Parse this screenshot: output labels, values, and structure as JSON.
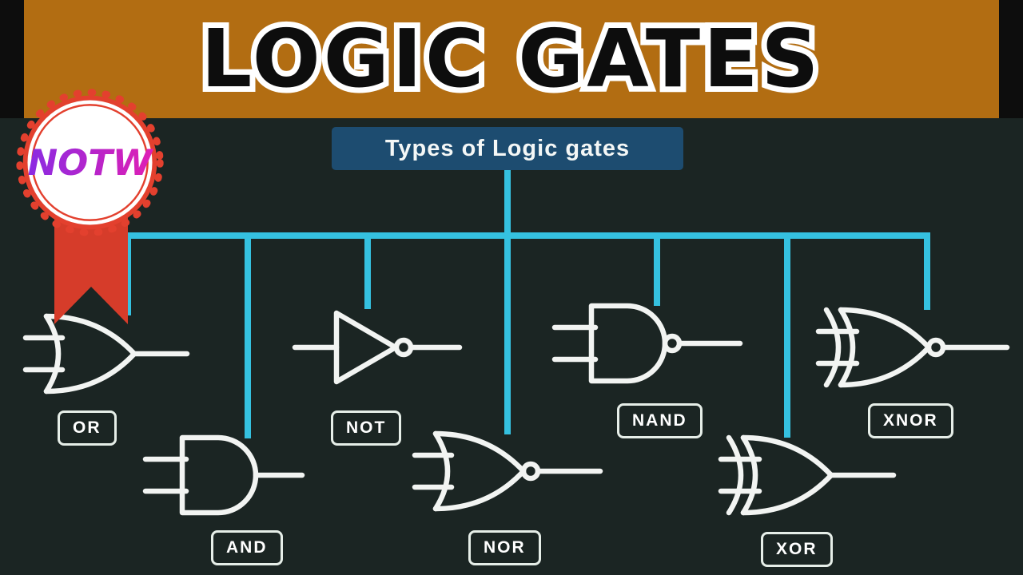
{
  "title": "LOGIC GATES",
  "logo": {
    "text": "NOTW"
  },
  "diagram": {
    "root_label": "Types of Logic gates",
    "gates": [
      {
        "id": "or",
        "label": "OR"
      },
      {
        "id": "not",
        "label": "NOT"
      },
      {
        "id": "nand",
        "label": "NAND"
      },
      {
        "id": "xnor",
        "label": "XNOR"
      },
      {
        "id": "and",
        "label": "AND"
      },
      {
        "id": "nor",
        "label": "NOR"
      },
      {
        "id": "xor",
        "label": "XOR"
      }
    ]
  },
  "colors": {
    "banner": "#b26d12",
    "background": "#1b2523",
    "connector": "#35c1e0",
    "root_box": "#1d4c70",
    "ribbon": "#d63c2a",
    "gate_stroke": "#f2f4f2",
    "label_border": "#e6eee8",
    "title_fill": "#0d0d0d",
    "title_outline": "#ffffff",
    "logo_gradient_start": "#8a2be2",
    "logo_gradient_end": "#e01fb4"
  }
}
